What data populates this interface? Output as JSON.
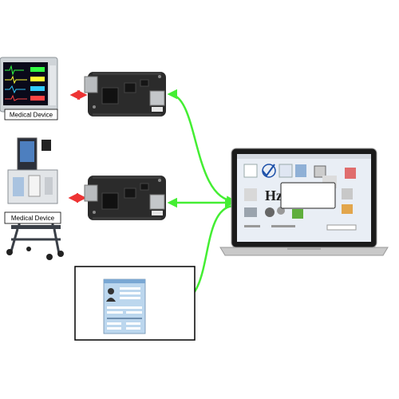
{
  "devices": [
    {
      "id": "monitor",
      "label": "Medical Device"
    },
    {
      "id": "cart",
      "label": "Medical Device"
    }
  ],
  "colors": {
    "network_link": "#44ee33",
    "serial_link": "#ee3333",
    "board": "#2b2b2b",
    "laptop_frame": "#c9c9c9",
    "screen_bg": "#e9eef5",
    "panel_bg": "#bcd7ee"
  },
  "icons": {
    "monitor": "patient-monitor-icon",
    "cart": "ventilator-cart-icon",
    "board": "embedded-board-icon",
    "laptop": "laptop-icon",
    "panel": "patient-panel-icon"
  }
}
